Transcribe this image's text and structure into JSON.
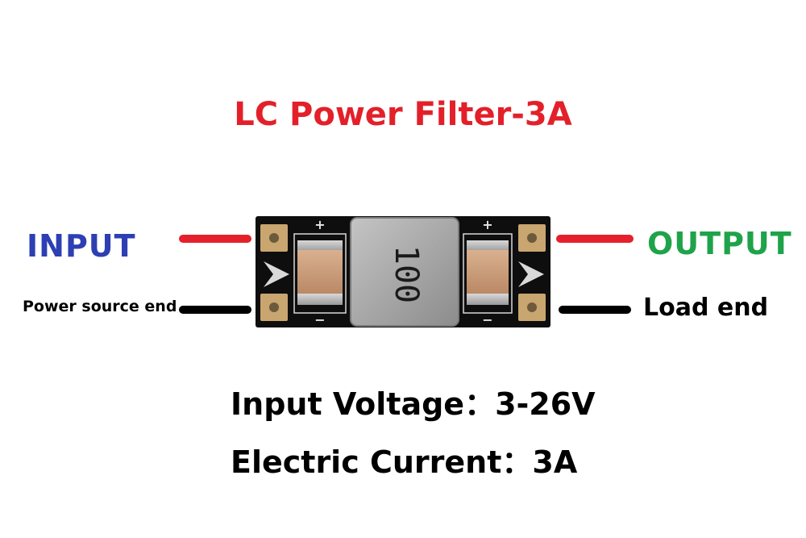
{
  "title": "LC Power Filter-3A",
  "input": {
    "label": "INPUT",
    "sublabel": "Power source end"
  },
  "output": {
    "label": "OUTPUT",
    "sublabel": "Load end"
  },
  "specs": [
    "Input Voltage：3-26V",
    "Electric Current：3A"
  ],
  "board": {
    "inductor_marking": "100",
    "plus_sign": "+",
    "minus_sign": "−"
  },
  "colors": {
    "title": "#e3202a",
    "input": "#2d3fb3",
    "output": "#1fa34a",
    "wire_positive": "#e5202b",
    "wire_negative": "#000000",
    "pcb": "#0e0e0e",
    "inductor": "#a9a9a9",
    "capacitor": "#c99b78",
    "pad": "#c9a56f"
  }
}
